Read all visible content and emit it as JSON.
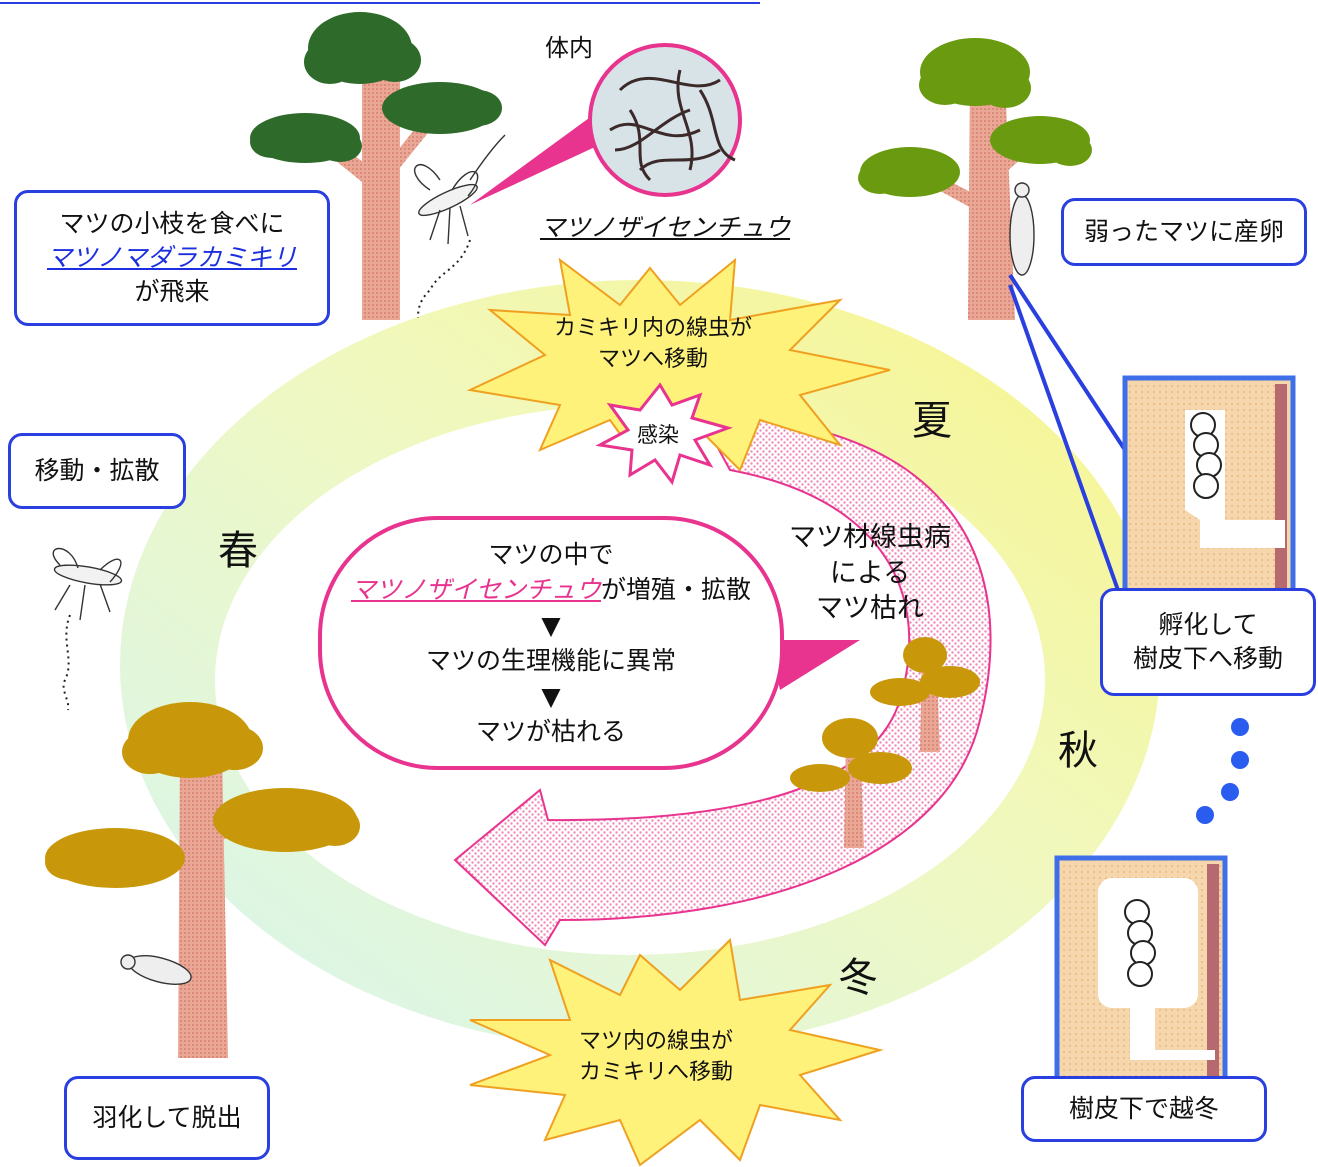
{
  "labels": {
    "body_inside": "体内",
    "nematode_name": "マツノザイセンチュウ",
    "infection": "感染",
    "disease_line1": "マツ材線虫病",
    "disease_line2": "による",
    "disease_line3": "マツ枯れ"
  },
  "seasons": {
    "summer": "夏",
    "autumn": "秋",
    "winter": "冬",
    "spring": "春"
  },
  "boxes": {
    "feeding_line1": "マツの小枝を食べに",
    "feeding_link": "マツノマダラカミキリ",
    "feeding_line3": "が飛来",
    "oviposit": "弱ったマツに産卵",
    "spread": "移動・拡散",
    "hatch_line1": "孵化して",
    "hatch_line2": "樹皮下へ移動",
    "overwinter": "樹皮下で越冬",
    "emerge": "羽化して脱出"
  },
  "bursts": {
    "top_line1": "カミキリ内の線虫が",
    "top_line2": "マツへ移動",
    "bottom_line1": "マツ内の線虫が",
    "bottom_line2": "カミキリへ移動"
  },
  "center": {
    "line1": "マツの中で",
    "line2_link": "マツノザイセンチュウ",
    "line2_rest": "が増殖・拡散",
    "arrow1": "▼",
    "line3": "マツの生理機能に異常",
    "arrow2": "▼",
    "line4": "マツが枯れる"
  },
  "colors": {
    "box_border": "#2a3fe0",
    "pink": "#e8338f",
    "burst_fill": "#fff27a",
    "tree_green_dark": "#2e6b2a",
    "tree_green_light": "#6a9a10",
    "tree_yellow": "#c9980a",
    "trunk": "#e8a493"
  }
}
